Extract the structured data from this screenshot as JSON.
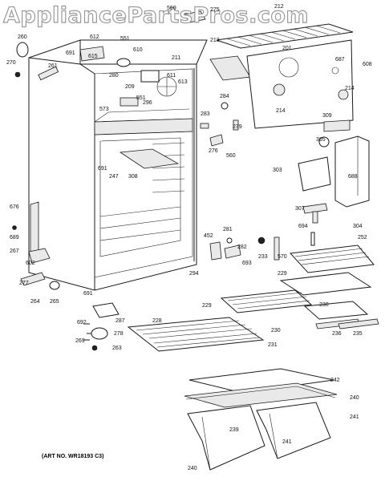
{
  "watermark": "AppliancePartsPros.com",
  "art_number": "(ART NO. WR18193 C3)",
  "parts": [
    "560",
    "275",
    "212",
    "260",
    "612",
    "551",
    "270",
    "691",
    "615",
    "610",
    "213",
    "201",
    "608",
    "261",
    "211",
    "687",
    "280",
    "209",
    "611",
    "613",
    "214",
    "214",
    "573",
    "296",
    "551",
    "284",
    "283",
    "279",
    "309",
    "305",
    "276",
    "560",
    "691",
    "247",
    "308",
    "303",
    "688",
    "676",
    "281",
    "307",
    "304",
    "694",
    "452",
    "689",
    "282",
    "233",
    "570",
    "252",
    "267",
    "693",
    "602",
    "294",
    "229",
    "277",
    "264",
    "265",
    "691",
    "229",
    "230",
    "287",
    "692",
    "278",
    "228",
    "230",
    "236",
    "235",
    "269",
    "263",
    "231",
    "242",
    "240",
    "239",
    "241",
    "241",
    "240"
  ]
}
